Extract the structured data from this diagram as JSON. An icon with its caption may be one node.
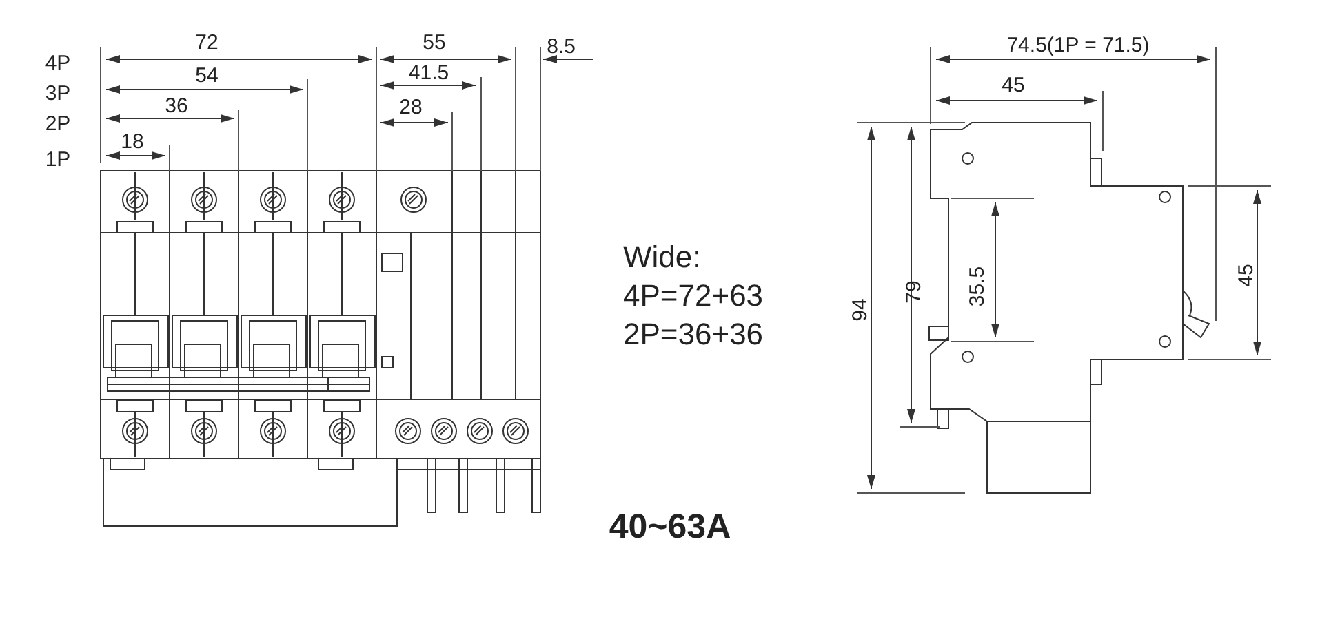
{
  "diagram": {
    "caption": "40~63A",
    "labels": [
      "4P",
      "3P",
      "2P",
      "1P",
      "72",
      "54",
      "36",
      "18",
      "55",
      "41.5",
      "28",
      "8.5",
      "Wide:",
      "4P=72+63",
      "2P=36+36",
      "74.5(1P = 71.5)",
      "45",
      "94",
      "79",
      "35.5",
      "45"
    ]
  }
}
